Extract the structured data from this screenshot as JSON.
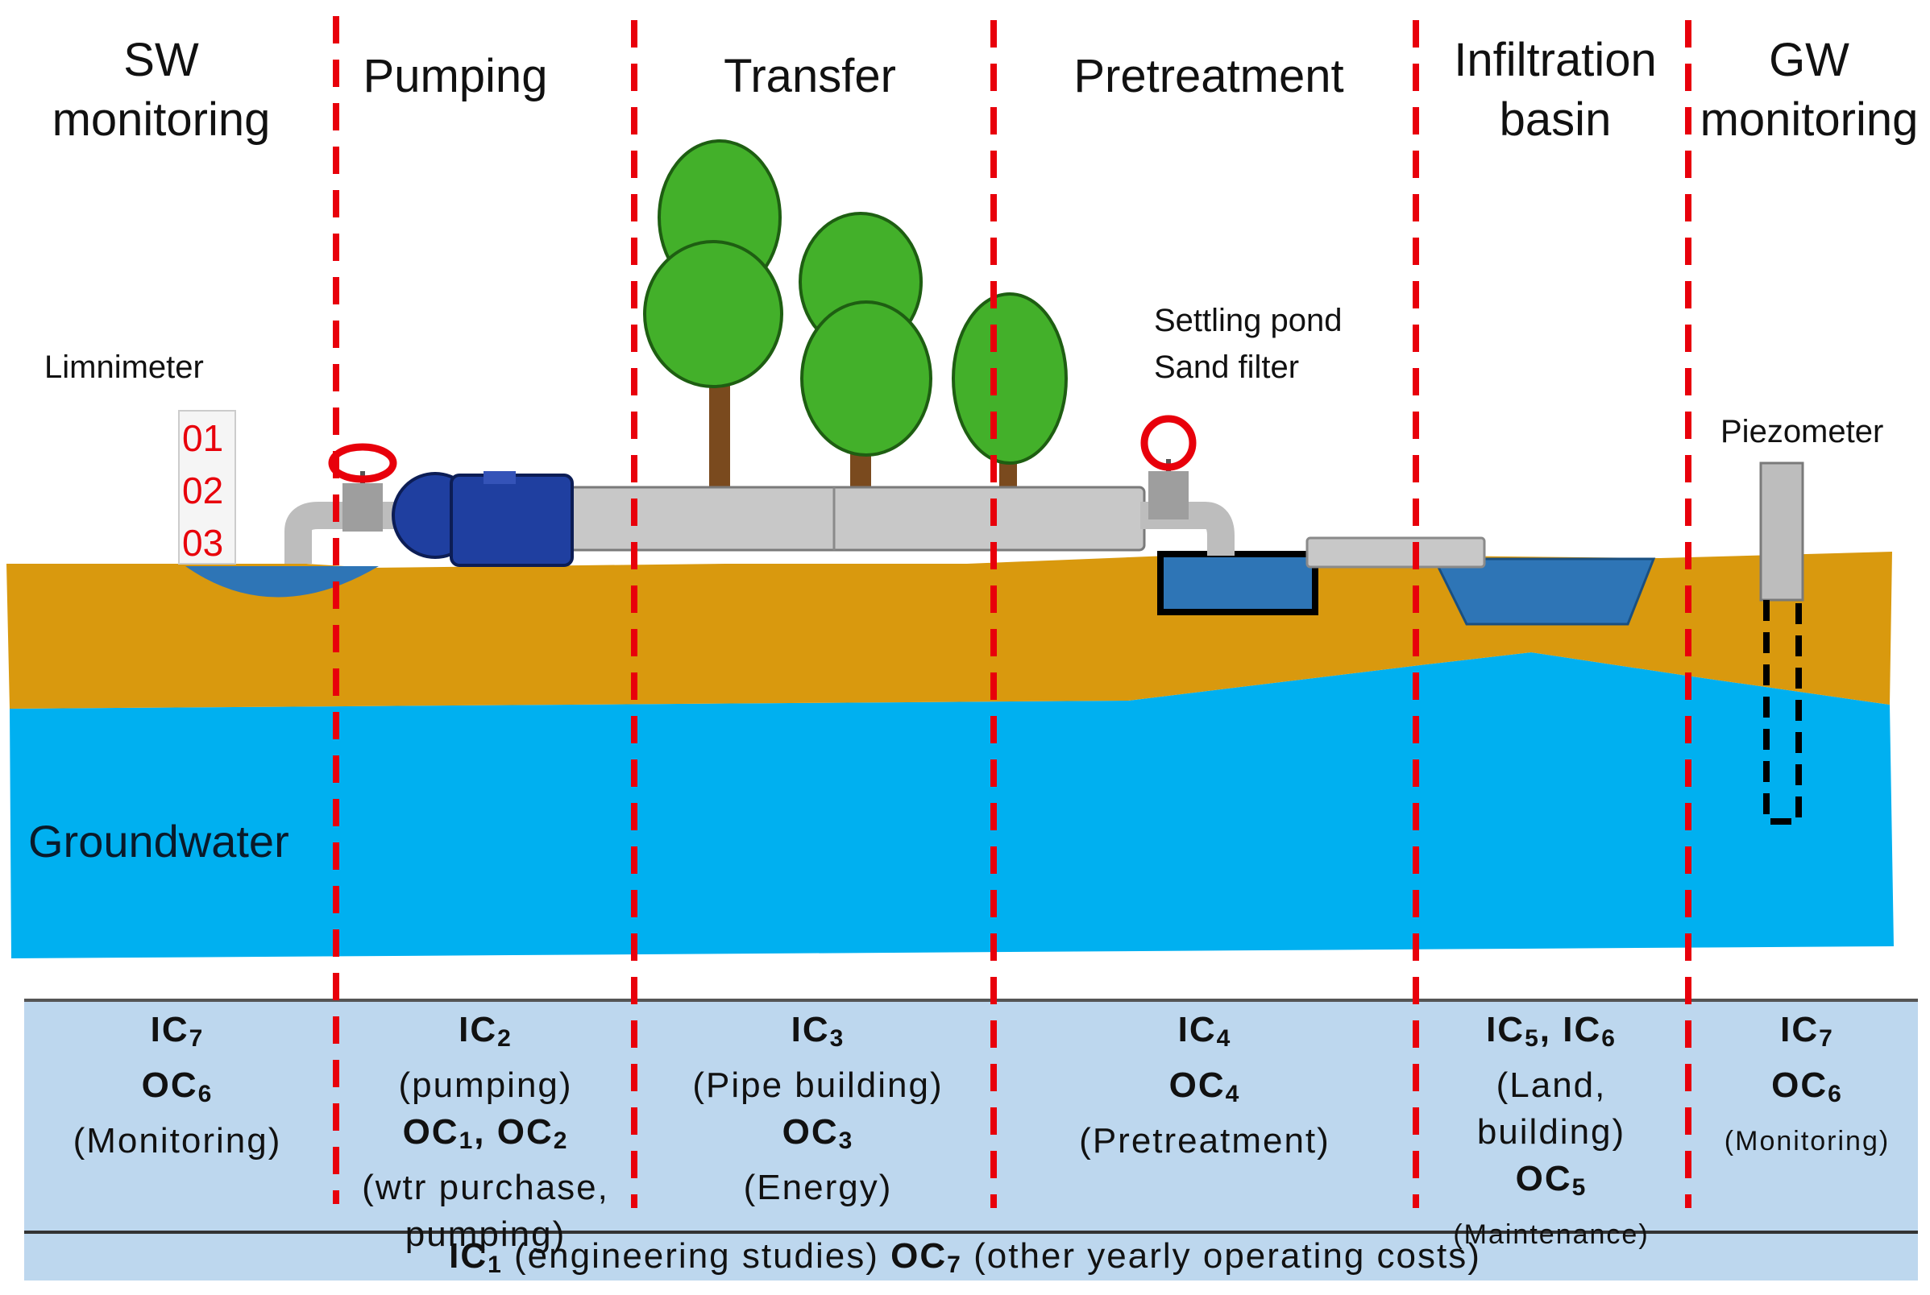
{
  "stages": [
    {
      "id": "sw",
      "line1": "SW",
      "line2": "monitoring"
    },
    {
      "id": "pumping",
      "line1": "Pumping",
      "line2": ""
    },
    {
      "id": "transfer",
      "line1": "Transfer",
      "line2": ""
    },
    {
      "id": "pretreatment",
      "line1": "Pretreatment",
      "line2": ""
    },
    {
      "id": "infiltration",
      "line1": "Infiltration",
      "line2": "basin"
    },
    {
      "id": "gw",
      "line1": "GW",
      "line2": "monitoring"
    }
  ],
  "devices": {
    "limnimeter": "Limnimeter",
    "settling_pond": "Settling pond",
    "sand_filter": "Sand filter",
    "piezometer": "Piezometer",
    "gauge_marks": [
      "01",
      "02",
      "03"
    ]
  },
  "groundwater_label": "Groundwater",
  "costs": {
    "sw": {
      "ic": "IC",
      "ic_sub": "7",
      "oc": "OC",
      "oc_sub": "6",
      "desc": "(Monitoring)"
    },
    "pumping": {
      "ic": "IC",
      "ic_sub": "2",
      "ic_desc": "(pumping)",
      "oc1": "OC",
      "oc1_sub": "1",
      "oc2": "OC",
      "oc2_sub": "2",
      "desc1": "(wtr purchase,",
      "desc2": "pumping)"
    },
    "transfer": {
      "ic": "IC",
      "ic_sub": "3",
      "ic_desc": "(Pipe building)",
      "oc": "OC",
      "oc_sub": "3",
      "desc": "(Energy)"
    },
    "pretreatment": {
      "ic": "IC",
      "ic_sub": "4",
      "oc": "OC",
      "oc_sub": "4",
      "desc": "(Pretreatment)"
    },
    "infiltration": {
      "ic1": "IC",
      "ic1_sub": "5",
      "ic2": "IC",
      "ic2_sub": "6",
      "desc1": "(Land,",
      "desc2": "building)",
      "oc": "OC",
      "oc_sub": "5",
      "desc3": "(Maintenance)"
    },
    "gw": {
      "ic": "IC",
      "ic_sub": "7",
      "oc": "OC",
      "oc_sub": "6",
      "desc": "(Monitoring)"
    }
  },
  "bottom": {
    "ic": "IC",
    "ic_sub": "1",
    "ic_desc": "(engineering studies)",
    "oc": "OC",
    "oc_sub": "7",
    "oc_desc": "(other yearly operating costs)"
  },
  "colors": {
    "soil": "#D9990E",
    "groundwater": "#00B0F0",
    "surface_water": "#2E75B6",
    "divider": "#E8000B",
    "cost_band": "#BDD7EE",
    "tree": "#43B02A",
    "pump": "#1F3FA0"
  }
}
